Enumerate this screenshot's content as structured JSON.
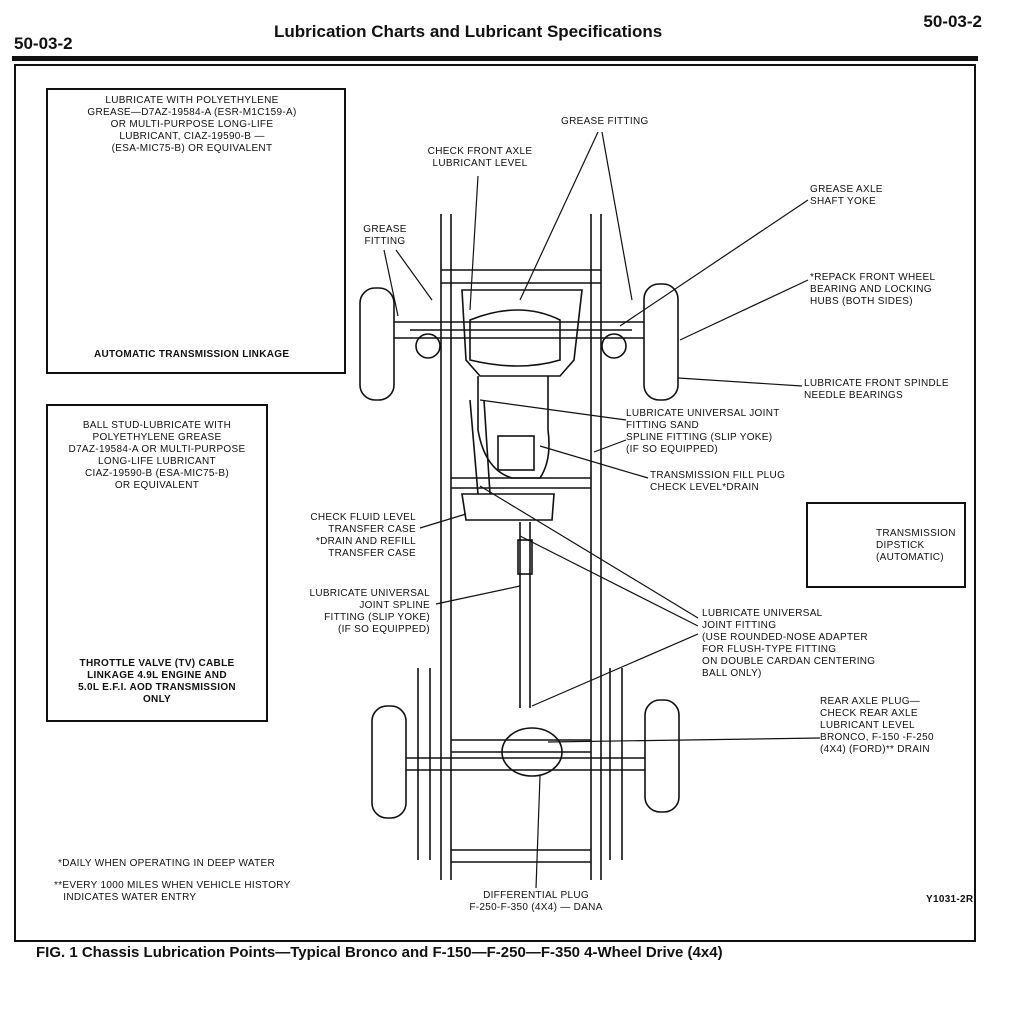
{
  "header": {
    "page_left": "50-03-2",
    "title": "Lubrication Charts and Lubricant Specifications",
    "page_right": "50-03-2"
  },
  "inset_linkage": {
    "note": "LUBRICATE WITH POLYETHYLENE\nGREASE—D7AZ-19584-A (ESR-M1C159-A)\nOR MULTI-PURPOSE LONG-LIFE\nLUBRICANT, CIAZ-19590-B —\n(ESA-MIC75-B) OR EQUIVALENT",
    "caption": "AUTOMATIC TRANSMISSION LINKAGE"
  },
  "inset_throttle": {
    "note": "BALL STUD-LUBRICATE WITH\nPOLYETHYLENE GREASE\nD7AZ-19584-A OR MULTI-PURPOSE\nLONG-LIFE LUBRICANT\nCIAZ-19590-B (ESA-MIC75-B)\nOR EQUIVALENT",
    "caption": "THROTTLE VALVE (TV) CABLE\nLINKAGE 4.9L ENGINE AND\n5.0L E.F.I. AOD TRANSMISSION\nONLY"
  },
  "inset_dipstick": {
    "label": "TRANSMISSION\nDIPSTICK\n(AUTOMATIC)"
  },
  "callouts": {
    "grease_fitting_top": "GREASE FITTING",
    "check_front_axle": "CHECK FRONT AXLE\nLUBRICANT LEVEL",
    "grease_fitting_left": "GREASE\nFITTING",
    "grease_axle_shaft_yoke": "GREASE AXLE\nSHAFT YOKE",
    "repack_front_wheel": "*REPACK FRONT WHEEL\nBEARING AND LOCKING\nHUBS (BOTH SIDES)",
    "front_spindle": "LUBRICATE FRONT SPINDLE\nNEEDLE BEARINGS",
    "ujoint_spline_front": "LUBRICATE UNIVERSAL JOINT\nFITTING SAND\nSPLINE FITTING (SLIP YOKE)\n(IF SO EQUIPPED)",
    "trans_fill_plug": "TRANSMISSION FILL PLUG\nCHECK LEVEL*DRAIN",
    "transfer_case": "CHECK FLUID LEVEL\nTRANSFER CASE\n*DRAIN AND REFILL\nTRANSFER CASE",
    "ujoint_spline_rear": "LUBRICATE UNIVERSAL\nJOINT SPLINE\nFITTING (SLIP YOKE)\n(IF SO EQUIPPED)",
    "ujoint_fitting": "LUBRICATE UNIVERSAL\nJOINT FITTING\n(USE ROUNDED-NOSE ADAPTER\nFOR FLUSH-TYPE FITTING\nON DOUBLE CARDAN CENTERING\nBALL ONLY)",
    "rear_axle_plug": "REAR AXLE PLUG—\nCHECK REAR AXLE\nLUBRICANT LEVEL\nBRONCO, F-150 -F-250\n(4X4) (FORD)** DRAIN",
    "differential_plug": "DIFFERENTIAL PLUG\nF-250-F-350 (4X4) — DANA"
  },
  "footnotes": {
    "single": "*DAILY WHEN OPERATING IN DEEP WATER",
    "double": "**EVERY 1000 MILES WHEN VEHICLE HISTORY\n   INDICATES WATER ENTRY"
  },
  "figure_id": "Y1031-2R",
  "caption": "FIG. 1  Chassis Lubrication Points—Typical Bronco and F-150—F-250—F-350 4-Wheel Drive (4x4)"
}
